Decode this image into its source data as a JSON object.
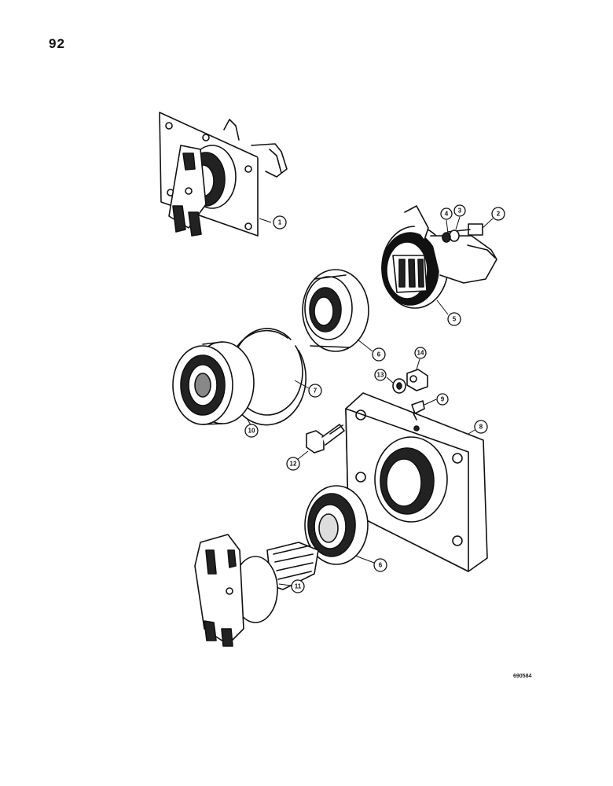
{
  "page": {
    "number": "92",
    "drawing_code": "690584"
  },
  "callouts": [
    "1",
    "2",
    "3",
    "4",
    "5",
    "6",
    "7",
    "8",
    "9",
    "10",
    "11",
    "12",
    "13",
    "14",
    "6"
  ],
  "colors": {
    "ink": "#111111",
    "paper": "#ffffff"
  }
}
